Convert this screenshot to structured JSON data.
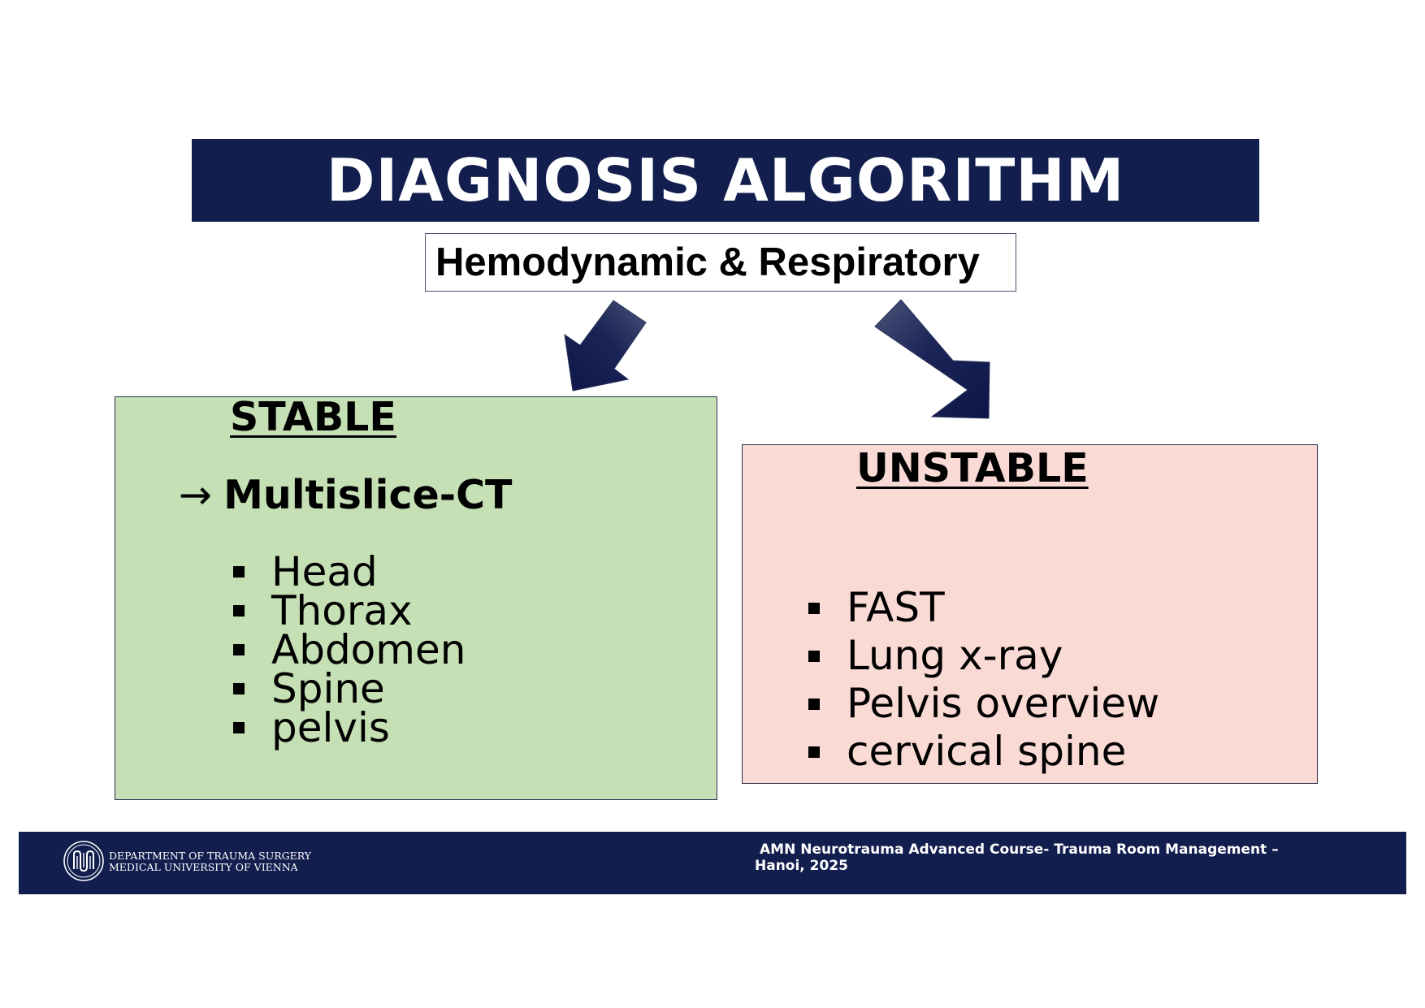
{
  "title": "DIAGNOSIS ALGORITHM",
  "subtitle": "Hemodynamic & Respiratory",
  "stable": {
    "heading": "STABLE",
    "arrow": "→",
    "modality": "Multislice-CT",
    "items": [
      "Head",
      "Thorax",
      "Abdomen",
      "Spine",
      "pelvis"
    ]
  },
  "unstable": {
    "heading": "UNSTABLE",
    "items": [
      "FAST",
      "Lung x-ray",
      "Pelvis overview",
      "cervical spine"
    ]
  },
  "footer": {
    "logo_icon": "university-seal-icon",
    "department_line1": "DEPARTMENT OF TRAUMA SURGERY",
    "department_line2": "MEDICAL UNIVERSITY OF VIENNA",
    "course_line1": "AMN Neurotrauma Advanced Course- Trauma Room Management –",
    "course_line2": "Hanoi, 2025"
  },
  "colors": {
    "navy": "#121e4e",
    "stable_fill": "#c5e0b4",
    "unstable_fill": "#f9dad4"
  }
}
